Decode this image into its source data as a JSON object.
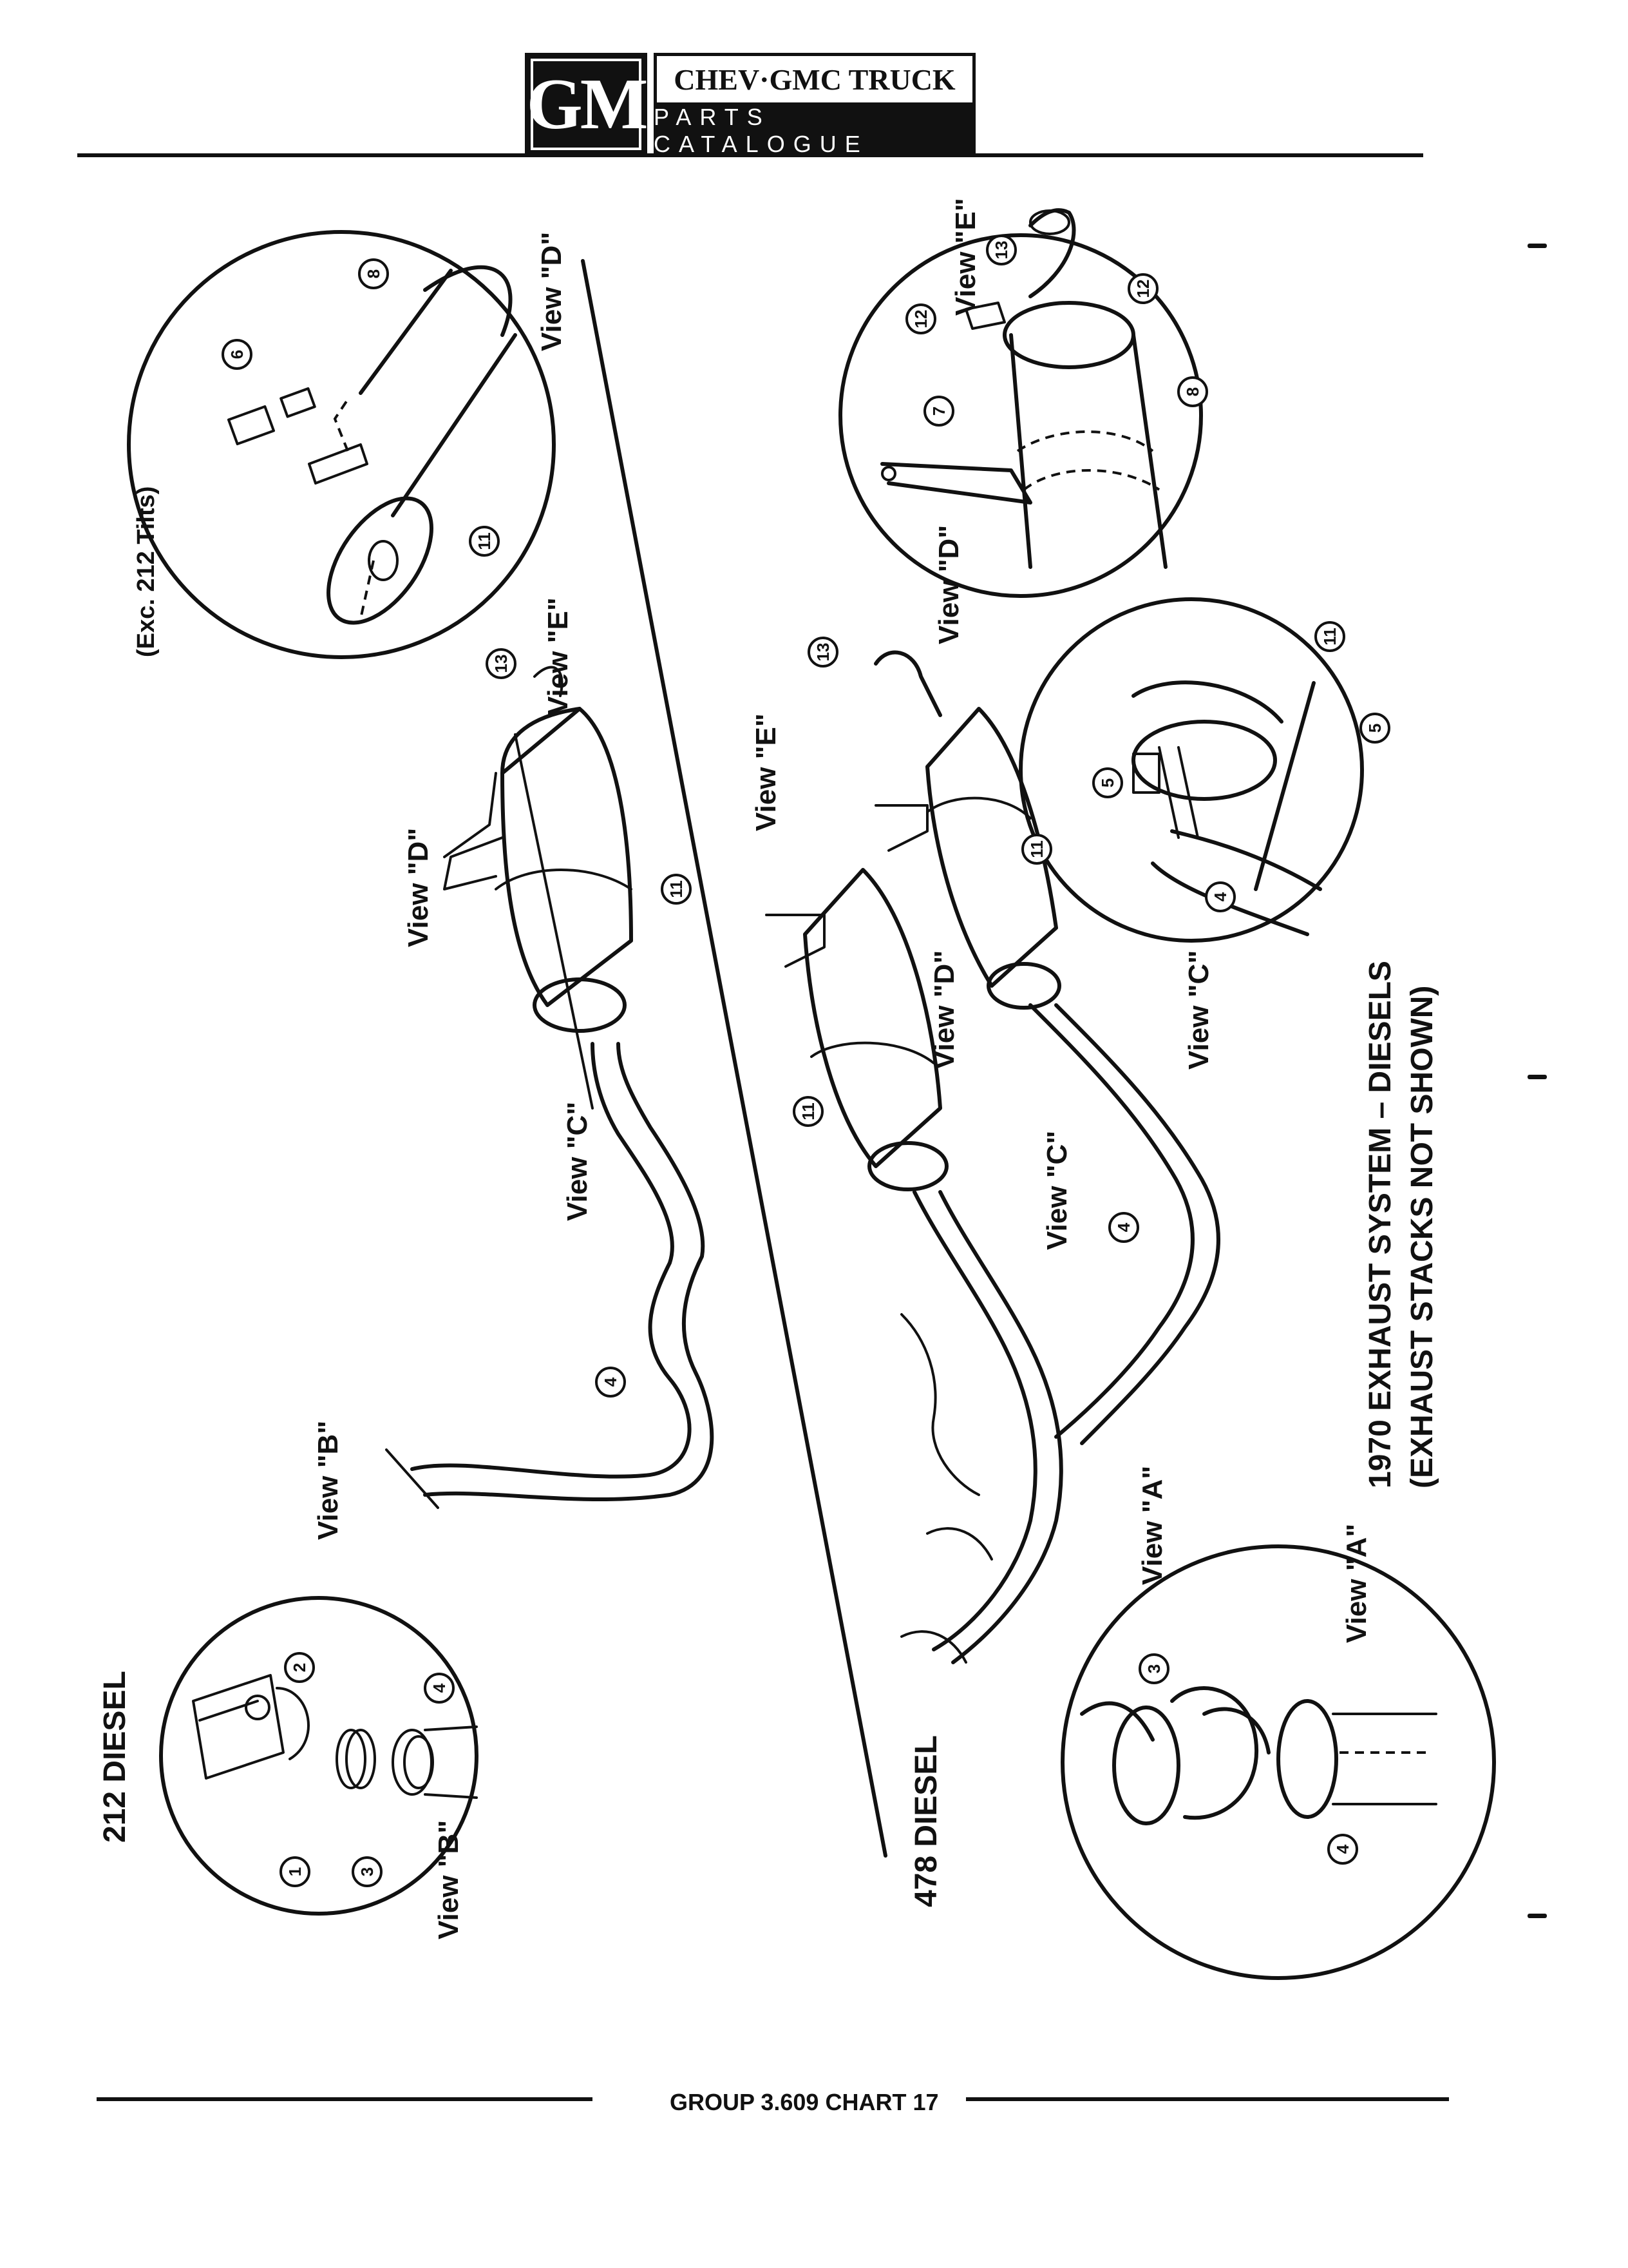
{
  "header": {
    "logo_mark": "GM",
    "title_top": "CHEV·GMC TRUCK",
    "title_bottom": "PARTS CATALOGUE"
  },
  "labels": {
    "exc_212_tilts": "(Exc. 212 Tilts)",
    "diesel_212": "212 DIESEL",
    "diesel_478": "478 DIESEL",
    "chart_title_line1": "1970 EXHAUST SYSTEM – DIESELS",
    "chart_title_line2": "(EXHAUST STACKS NOT SHOWN)"
  },
  "views": {
    "a": "View \"A\"",
    "b": "View \"B\"",
    "c": "View \"C\"",
    "d": "View \"D\"",
    "e": "View \"E\""
  },
  "callouts": [
    "1",
    "2",
    "3",
    "4",
    "5",
    "6",
    "7",
    "8",
    "11",
    "12",
    "13"
  ],
  "footer": {
    "text": "GROUP 3.609 CHART 17"
  }
}
